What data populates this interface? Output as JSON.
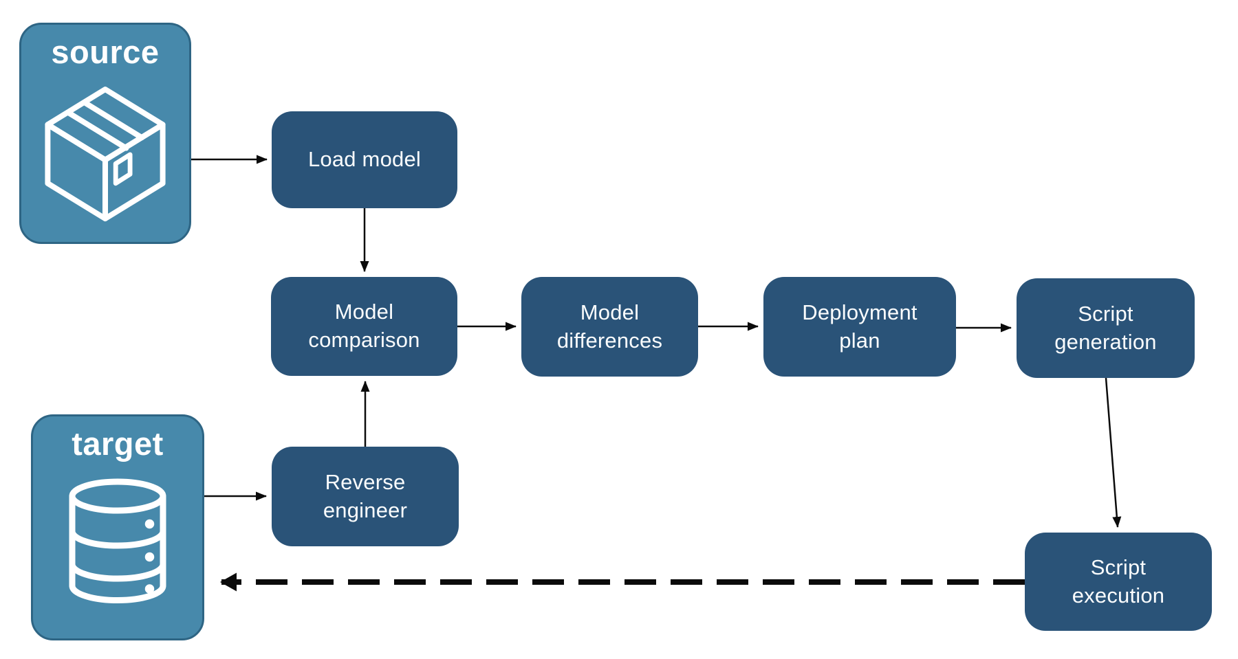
{
  "diagram": {
    "colors": {
      "node_fill": "#2A5378",
      "node_text": "#FAFCFD",
      "endpoint_fill": "#4789AB",
      "endpoint_border": "#2E6584",
      "arrow": "#0B0B0B",
      "background": "#FFFFFF"
    },
    "endpoints": [
      {
        "id": "source",
        "label": "source",
        "icon": "package-icon"
      },
      {
        "id": "target",
        "label": "target",
        "icon": "database-icon"
      }
    ],
    "nodes": [
      {
        "id": "load-model",
        "label": "Load model"
      },
      {
        "id": "model-comparison",
        "label": "Model comparison"
      },
      {
        "id": "model-differences",
        "label": "Model differences"
      },
      {
        "id": "deployment-plan",
        "label": "Deployment plan"
      },
      {
        "id": "script-generation",
        "label": "Script generation"
      },
      {
        "id": "reverse-engineer",
        "label": "Reverse engineer"
      },
      {
        "id": "script-execution",
        "label": "Script execution"
      }
    ],
    "edges": [
      {
        "from": "source",
        "to": "load-model",
        "style": "solid"
      },
      {
        "from": "load-model",
        "to": "model-comparison",
        "style": "solid"
      },
      {
        "from": "target",
        "to": "reverse-engineer",
        "style": "solid"
      },
      {
        "from": "reverse-engineer",
        "to": "model-comparison",
        "style": "solid"
      },
      {
        "from": "model-comparison",
        "to": "model-differences",
        "style": "solid"
      },
      {
        "from": "model-differences",
        "to": "deployment-plan",
        "style": "solid"
      },
      {
        "from": "deployment-plan",
        "to": "script-generation",
        "style": "solid"
      },
      {
        "from": "script-generation",
        "to": "script-execution",
        "style": "solid"
      },
      {
        "from": "script-execution",
        "to": "target",
        "style": "dashed"
      }
    ]
  }
}
